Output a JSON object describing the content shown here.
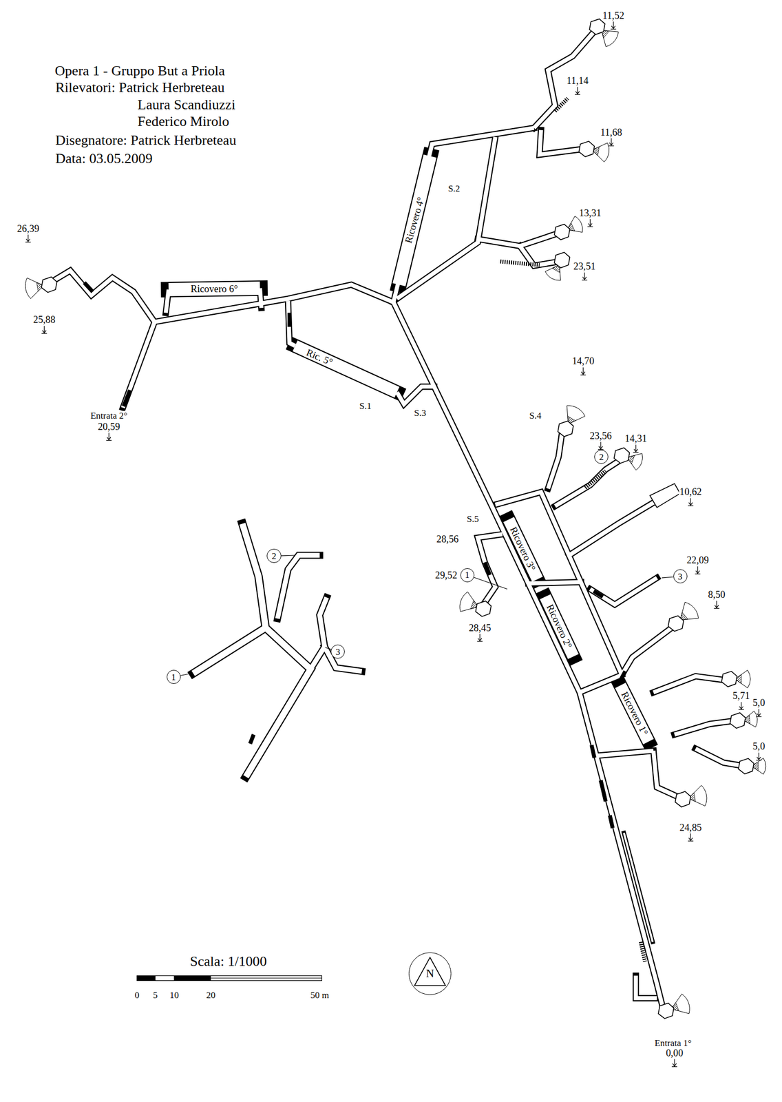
{
  "diagram": {
    "title": "Opera 1 - Gruppo But a Priola",
    "nodes": [
      {
        "text": [
          "2"
        ]
      },
      {
        "text": [
          "1"
        ]
      },
      {
        "text": [
          "3"
        ]
      },
      {
        "text": [
          "2"
        ]
      },
      {
        "text": [
          "1"
        ]
      },
      {
        "text": [
          "3"
        ]
      },
      {
        "text": [
          "N"
        ]
      }
    ],
    "labels": [
      "Rilevatori: Patrick Herbreteau",
      "Laura Scandiuzzi",
      "Federico Mirolo",
      "Disegnatore: Patrick Herbreteau",
      "Data: 03.05.2009",
      "11,52",
      "11,14",
      "11,68",
      "13,31",
      "23,51",
      "26,39",
      "25,88",
      "Entrata 2°",
      "20,59",
      "S.2",
      "S.1",
      "S.3",
      "14,70",
      "S.4",
      "23,56",
      "14,31",
      "10,62",
      "S.5",
      "28,56",
      "29,52",
      "28,45",
      "22,09",
      "8,50",
      "5,71",
      "5,0",
      "5,0",
      "24,85",
      "Entrata 1°",
      "0,00",
      "Ricovero 6°",
      "Ricovero 4°",
      "Ric. 5°",
      "Ricovero 3°",
      "Ricovero 2°",
      "Ricovero 1°",
      "Scala: 1/1000",
      "0",
      "5",
      "10",
      "20",
      "50 m"
    ]
  }
}
